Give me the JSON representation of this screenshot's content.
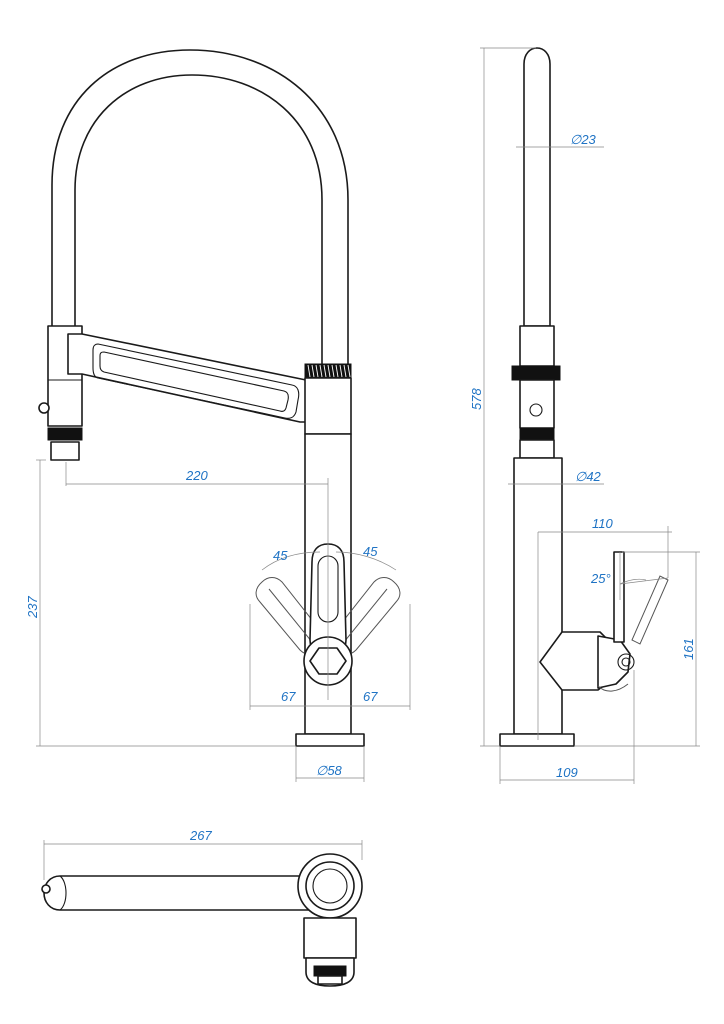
{
  "dimensions": {
    "spout_reach": "220",
    "handle_angle_left": "45",
    "handle_angle_right": "45",
    "handle_offset_left": "67",
    "handle_offset_right": "67",
    "spray_height": "237",
    "base_diameter": "∅58",
    "total_height": "578",
    "hose_diameter": "∅23",
    "body_diameter": "∅42",
    "side_reach": "110",
    "lever_angle": "25°",
    "lever_height": "161",
    "side_depth": "109",
    "top_length": "267"
  },
  "colors": {
    "outline": "#1a1a1a",
    "dimension_text": "#1f73c4",
    "dimension_line": "#888888"
  }
}
